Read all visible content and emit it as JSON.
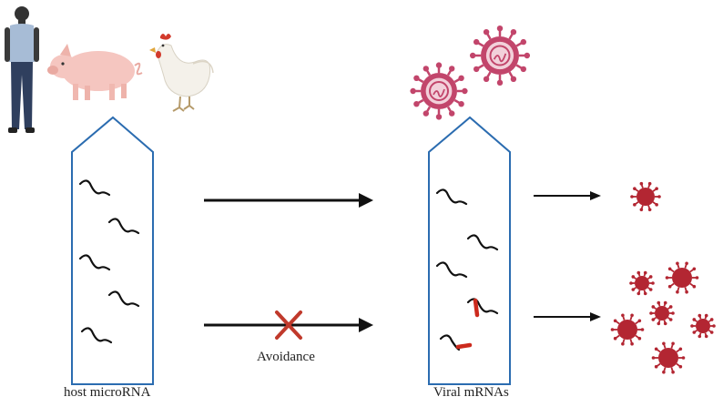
{
  "labels": {
    "host": "host microRNA",
    "viral": "Viral mRNAs",
    "avoidance": "Avoidance"
  },
  "colors": {
    "container_stroke": "#2b6cb0",
    "arrow": "#111111",
    "mirna": "#111111",
    "binding_mark": "#cc2a1d",
    "cross": "#c0392b",
    "virus": "#b32632",
    "virus_large": "#c2456b",
    "pig": "#f5c6c0",
    "chicken": "#f4f1ea",
    "human_skin": "#3a3a3a",
    "human_shirt": "#a7bcd6",
    "human_pants": "#2f3f5e"
  },
  "icons": {
    "hosts": [
      "human-icon",
      "pig-icon",
      "chicken-icon"
    ],
    "large_viruses": [
      "virus-icon",
      "virus-icon"
    ],
    "small_viruses": [
      "virus-icon",
      "virus-icon",
      "virus-icon",
      "virus-icon",
      "virus-icon",
      "virus-icon",
      "virus-icon"
    ]
  }
}
